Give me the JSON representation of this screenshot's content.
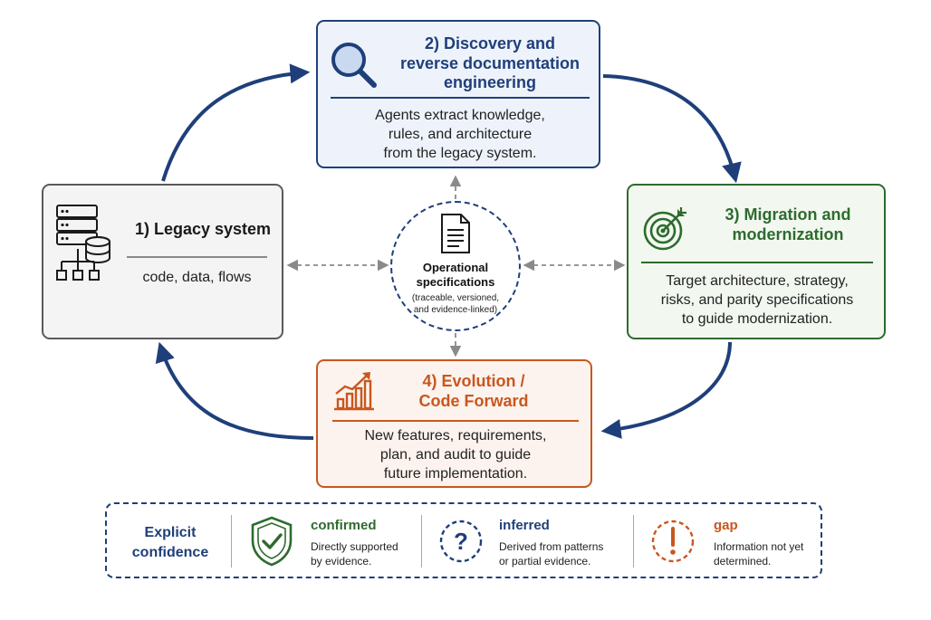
{
  "legacy": {
    "title": "1) Legacy system",
    "description": "code, data, flows",
    "icon": "server-database-icon"
  },
  "discovery": {
    "title_line1": "2) Discovery and",
    "title_line2": "reverse documentation",
    "title_line3": "engineering",
    "desc_line1": "Agents extract knowledge,",
    "desc_line2": "rules, and architecture",
    "desc_line3": "from the legacy system.",
    "icon": "magnifier-icon"
  },
  "migration": {
    "title_line1": "3) Migration and",
    "title_line2": "modernization",
    "desc_line1": "Target architecture, strategy,",
    "desc_line2": "risks, and parity specifications",
    "desc_line3": "to guide modernization.",
    "icon": "target-icon"
  },
  "evolution": {
    "title_line1": "4) Evolution /",
    "title_line2": "Code Forward",
    "desc_line1": "New features, requirements,",
    "desc_line2": "plan, and audit to guide",
    "desc_line3": "future implementation.",
    "icon": "growth-chart-icon"
  },
  "center": {
    "title_line1": "Operational",
    "title_line2": "specifications",
    "sub_line1": "(traceable, versioned,",
    "sub_line2": "and evidence-linked)",
    "icon": "document-icon"
  },
  "legend": {
    "heading_line1": "Explicit",
    "heading_line2": "confidence",
    "confirmed": {
      "label": "confirmed",
      "line1": "Directly supported",
      "line2": "by evidence.",
      "icon": "shield-check-icon"
    },
    "inferred": {
      "label": "inferred",
      "line1": "Derived from patterns",
      "line2": "or partial evidence.",
      "icon": "question-circle-icon"
    },
    "gap": {
      "label": "gap",
      "line1": "Information not yet",
      "line2": "determined.",
      "icon": "exclamation-circle-icon"
    }
  },
  "colors": {
    "blue": "#1f3f7a",
    "green": "#2e6b2e",
    "orange": "#c8571e",
    "gray": "#5a5a5a"
  }
}
